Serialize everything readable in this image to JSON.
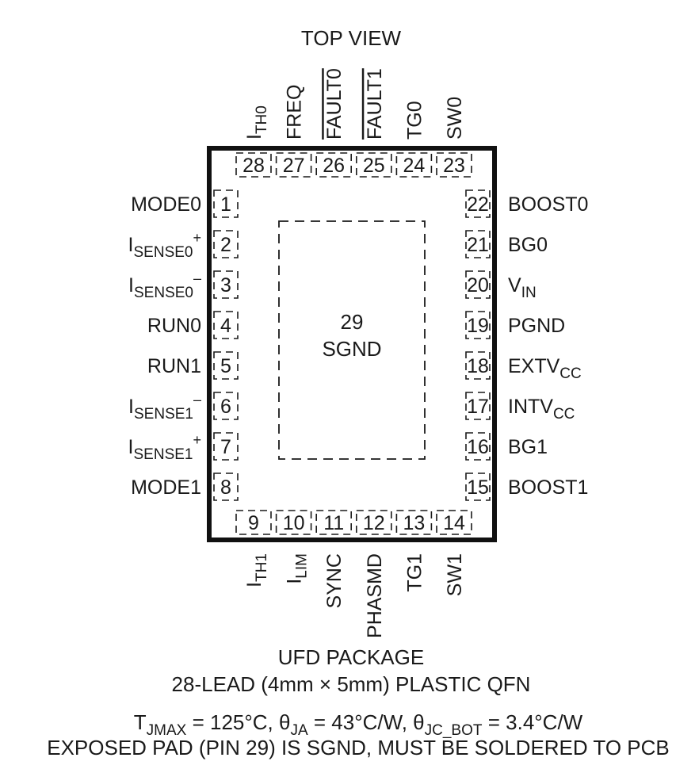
{
  "title": "TOP VIEW",
  "package": {
    "name": "UFD PACKAGE",
    "description": "28-LEAD (4mm × 5mm) PLASTIC QFN"
  },
  "exposed_pad": {
    "number": "29",
    "name": "SGND"
  },
  "pins_left": [
    {
      "num": "1",
      "parts": [
        [
          "MODE0",
          "n"
        ]
      ]
    },
    {
      "num": "2",
      "parts": [
        [
          "I",
          "n"
        ],
        [
          "SENSE0",
          "sub"
        ],
        [
          "+",
          "sup"
        ]
      ]
    },
    {
      "num": "3",
      "parts": [
        [
          "I",
          "n"
        ],
        [
          "SENSE0",
          "sub"
        ],
        [
          "–",
          "sup"
        ]
      ]
    },
    {
      "num": "4",
      "parts": [
        [
          "RUN0",
          "n"
        ]
      ]
    },
    {
      "num": "5",
      "parts": [
        [
          "RUN1",
          "n"
        ]
      ]
    },
    {
      "num": "6",
      "parts": [
        [
          "I",
          "n"
        ],
        [
          "SENSE1",
          "sub"
        ],
        [
          "–",
          "sup"
        ]
      ]
    },
    {
      "num": "7",
      "parts": [
        [
          "I",
          "n"
        ],
        [
          "SENSE1",
          "sub"
        ],
        [
          "+",
          "sup"
        ]
      ]
    },
    {
      "num": "8",
      "parts": [
        [
          "MODE1",
          "n"
        ]
      ]
    }
  ],
  "pins_right": [
    {
      "num": "22",
      "parts": [
        [
          "BOOST0",
          "n"
        ]
      ]
    },
    {
      "num": "21",
      "parts": [
        [
          "BG0",
          "n"
        ]
      ]
    },
    {
      "num": "20",
      "parts": [
        [
          "V",
          "n"
        ],
        [
          "IN",
          "sub"
        ]
      ]
    },
    {
      "num": "19",
      "parts": [
        [
          "PGND",
          "n"
        ]
      ]
    },
    {
      "num": "18",
      "parts": [
        [
          "EXTV",
          "n"
        ],
        [
          "CC",
          "sub"
        ]
      ]
    },
    {
      "num": "17",
      "parts": [
        [
          "INTV",
          "n"
        ],
        [
          "CC",
          "sub"
        ]
      ]
    },
    {
      "num": "16",
      "parts": [
        [
          "BG1",
          "n"
        ]
      ]
    },
    {
      "num": "15",
      "parts": [
        [
          "BOOST1",
          "n"
        ]
      ]
    }
  ],
  "pins_top": [
    {
      "num": "28",
      "parts": [
        [
          "I",
          "n"
        ],
        [
          "TH0",
          "sub"
        ]
      ]
    },
    {
      "num": "27",
      "parts": [
        [
          "FREQ",
          "n"
        ]
      ]
    },
    {
      "num": "26",
      "parts": [
        [
          "FAULT0",
          "over"
        ]
      ]
    },
    {
      "num": "25",
      "parts": [
        [
          "FAULT1",
          "over"
        ]
      ]
    },
    {
      "num": "24",
      "parts": [
        [
          "TG0",
          "n"
        ]
      ]
    },
    {
      "num": "23",
      "parts": [
        [
          "SW0",
          "n"
        ]
      ]
    }
  ],
  "pins_bottom": [
    {
      "num": "9",
      "parts": [
        [
          "I",
          "n"
        ],
        [
          "TH1",
          "sub"
        ]
      ]
    },
    {
      "num": "10",
      "parts": [
        [
          "I",
          "n"
        ],
        [
          "LIM",
          "sub"
        ]
      ]
    },
    {
      "num": "11",
      "parts": [
        [
          "SYNC",
          "n"
        ]
      ]
    },
    {
      "num": "12",
      "parts": [
        [
          "PHASMD",
          "n"
        ]
      ]
    },
    {
      "num": "13",
      "parts": [
        [
          "TG1",
          "n"
        ]
      ]
    },
    {
      "num": "14",
      "parts": [
        [
          "SW1",
          "n"
        ]
      ]
    }
  ],
  "thermal": [
    [
      "T",
      "n"
    ],
    [
      "JMAX",
      "sub"
    ],
    [
      " = 125°C, ",
      "n"
    ],
    [
      "θ",
      "n"
    ],
    [
      "JA",
      "sub"
    ],
    [
      " = 43°C/W, ",
      "n"
    ],
    [
      "θ",
      "n"
    ],
    [
      "JC_BOT",
      "sub"
    ],
    [
      " = 3.4°C/W",
      "n"
    ]
  ],
  "note": "EXPOSED PAD (PIN 29) IS SGND, MUST BE SOLDERED TO PCB",
  "colors": {
    "ink": "#1a1a1a",
    "background": "#ffffff"
  }
}
